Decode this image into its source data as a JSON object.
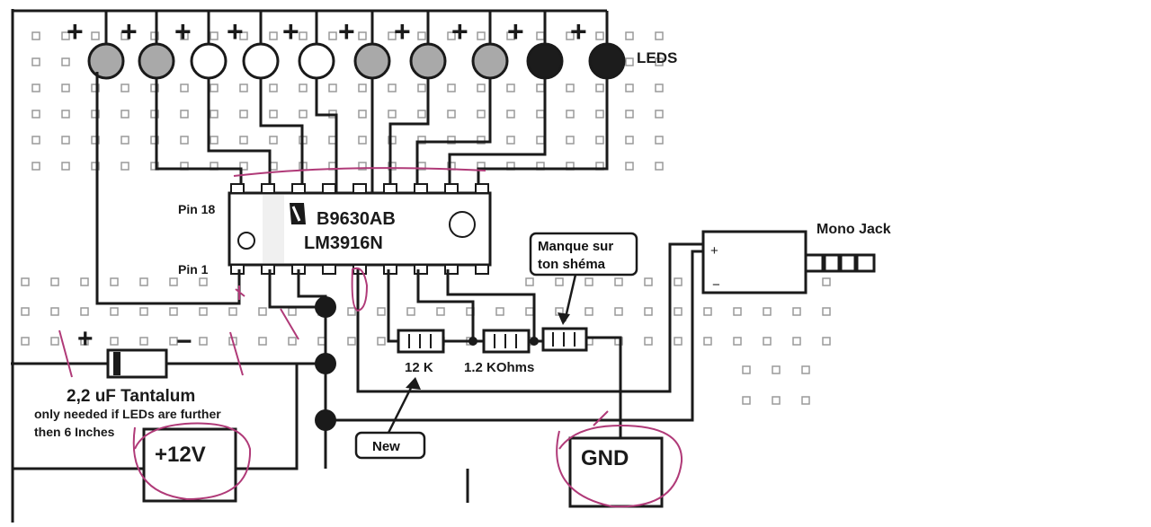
{
  "diagram": {
    "leds_label": "LEDS",
    "plus_sign": "+",
    "minus_sign": "−",
    "chip": {
      "line1": "B9630AB",
      "line2": "LM3916N",
      "pin18_label": "Pin 18",
      "pin1_label": "Pin 1"
    },
    "resistors": {
      "r1_label": "12 K",
      "r2_label": "1.2 KOhms"
    },
    "capacitor": {
      "label": "2,2 uF Tantalum",
      "note_line1": "only needed if LEDs are further",
      "note_line2": "then 6 Inches"
    },
    "power_label": "+12V",
    "gnd_label": "GND",
    "jack": {
      "label": "Mono Jack",
      "plus": "+",
      "minus": "−"
    },
    "callouts": {
      "new": "New",
      "missing_line1": "Manque sur",
      "missing_line2": "ton shéma"
    },
    "colors": {
      "wire": "#1a1a1a",
      "annotation": "#b03a78",
      "led_grey": "#a9a9a9",
      "led_white": "#ffffff",
      "led_dark": "#1c1c1c",
      "chip_body": "#ffffff"
    }
  }
}
